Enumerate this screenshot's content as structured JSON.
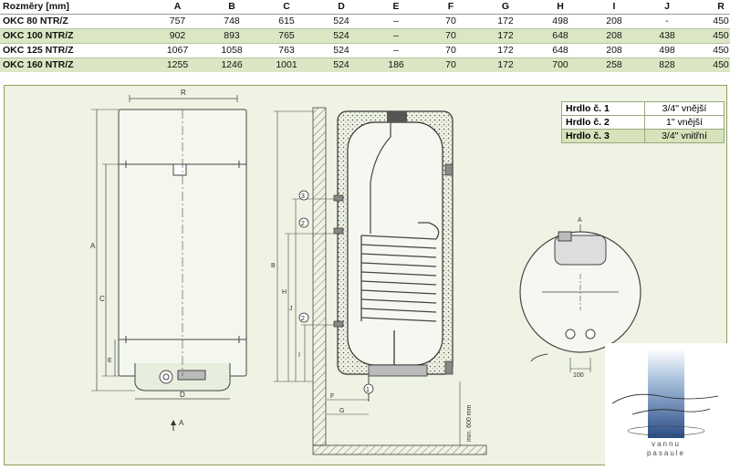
{
  "table": {
    "headers": [
      "Rozměry [mm]",
      "A",
      "B",
      "C",
      "D",
      "E",
      "F",
      "G",
      "H",
      "I",
      "J",
      "R"
    ],
    "rows": [
      {
        "name": "OKC 80 NTR/Z",
        "values": [
          "757",
          "748",
          "615",
          "524",
          "–",
          "70",
          "172",
          "498",
          "208",
          "-",
          "450"
        ]
      },
      {
        "name": "OKC 100 NTR/Z",
        "values": [
          "902",
          "893",
          "765",
          "524",
          "–",
          "70",
          "172",
          "648",
          "208",
          "438",
          "450"
        ]
      },
      {
        "name": "OKC 125 NTR/Z",
        "values": [
          "1067",
          "1058",
          "763",
          "524",
          "–",
          "70",
          "172",
          "648",
          "208",
          "498",
          "450"
        ]
      },
      {
        "name": "OKC 160 NTR/Z",
        "values": [
          "1255",
          "1246",
          "1001",
          "524",
          "186",
          "70",
          "172",
          "700",
          "258",
          "828",
          "450"
        ]
      }
    ]
  },
  "ports": [
    {
      "label": "Hrdlo č. 1",
      "value": "3/4\" vnější"
    },
    {
      "label": "Hrdlo č. 2",
      "value": "1\" vnější"
    },
    {
      "label": "Hrdlo č. 3",
      "value": "3/4\" vnitřní"
    }
  ],
  "drawing_labels": {
    "r": "R",
    "a": "A",
    "c": "C",
    "e": "E",
    "d": "D",
    "arrow_a": "A",
    "b": "B",
    "j": "J",
    "h": "H",
    "i": "I",
    "f": "F",
    "g": "G",
    "min_600": "min. 600 mm",
    "port1": "1",
    "port2": "2",
    "port3": "3",
    "top_a": "A",
    "dim_100": "100"
  },
  "watermark": {
    "line1": "vannu",
    "line2": "pasaule"
  },
  "colors": {
    "panel": "#eef3e3",
    "highlight_row": "#6d8f2a",
    "alt_row": "#dbe7c4"
  }
}
